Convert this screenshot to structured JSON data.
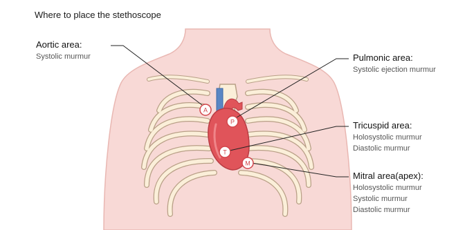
{
  "title": "Where to place the stethoscope",
  "areas": [
    {
      "marker": "A",
      "name": "Aortic area:",
      "lines": [
        "Systolic murmur"
      ]
    },
    {
      "marker": "P",
      "name": "Pulmonic area:",
      "lines": [
        "Systolic ejection murmur"
      ]
    },
    {
      "marker": "T",
      "name": "Tricuspid area:",
      "lines": [
        "Holosystolic murmur",
        "Diastolic murmur"
      ]
    },
    {
      "marker": "M",
      "name": "Mitral area(apex):",
      "lines": [
        "Holosystolic murmur",
        "Systolic murmur",
        "Diastolic murmur"
      ]
    }
  ],
  "colors": {
    "skin": "#f8d9d6",
    "skin_outline": "#e9b7b2",
    "rib_fill": "#fbefd9",
    "rib_outline": "#b89f86",
    "heart": "#e0545a",
    "vessel_blue": "#5a86c4",
    "marker": "#d2454b"
  }
}
